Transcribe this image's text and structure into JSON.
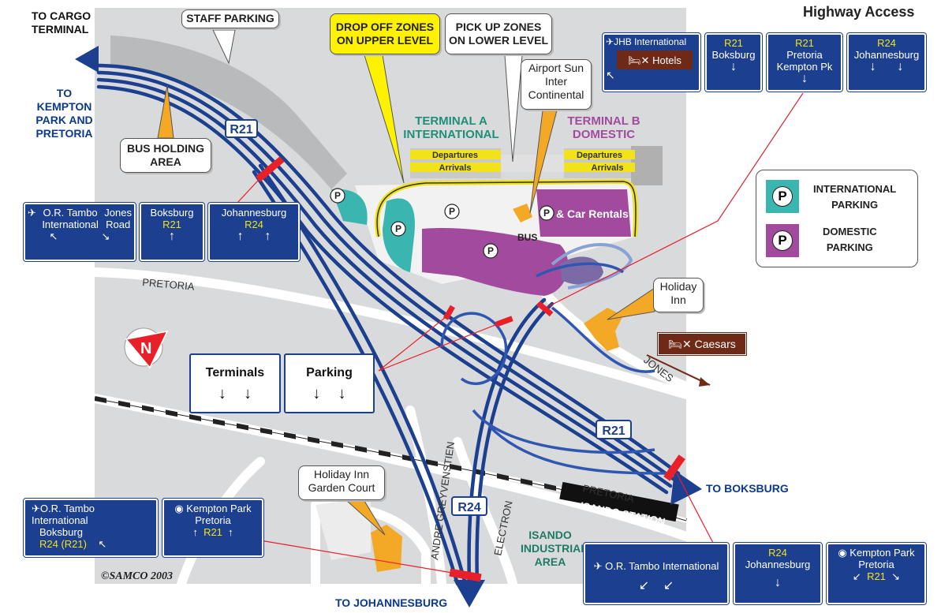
{
  "title": "Highway Access",
  "copyright": "©SAMCO 2003",
  "labels": {
    "cargo": "TO CARGO\nTERMINAL",
    "kempton": "TO\nKEMPTON\nPARK AND\nPRETORIA",
    "to_boksburg": "TO BOKSBURG",
    "to_johannesburg": "TO JOHANNESBURG",
    "pretoria_road": "PRETORIA",
    "pretoria_road2": "PRETORIA",
    "jones": "JONES",
    "andre": "ANDRE GREYVENSTIEN",
    "electron": "ELECTRON",
    "isando_station": "ISANDO STATION",
    "isando_area": "ISANDO\nINDUSTRIAL\nAREA",
    "terminal_a": "TERMINAL A\nINTERNATIONAL",
    "terminal_b": "TERMINAL B\nDOMESTIC",
    "departures_a": "Departures",
    "arrivals_a": "Arrivals",
    "departures_b": "Departures",
    "arrivals_b": "Arrivals",
    "car_rentals": "& Car Rentals",
    "bus": "BUS",
    "parking_letter": "P"
  },
  "callouts": {
    "staff_parking": "STAFF PARKING",
    "drop_off": "DROP OFF ZONES\nON UPPER LEVEL",
    "pick_up": "PICK UP ZONES\nON LOWER LEVEL",
    "airport_sun": "Airport Sun\nInter\nContinental",
    "bus_holding": "BUS HOLDING\nAREA",
    "holiday_inn": "Holiday\nInn",
    "holiday_inn_garden": "Holiday Inn\nGarden Court"
  },
  "legend": {
    "international": "INTERNATIONAL\nPARKING",
    "domestic": "DOMESTIC\nPARKING",
    "international_color": "#3ab5b0",
    "domestic_color": "#a24b9e"
  },
  "road_shields": {
    "r21_top": "R21",
    "r21_bottom": "R21",
    "r24": "R24"
  },
  "signs": {
    "highway_access": {
      "jhb": "JHB International",
      "hotels": "Hotels",
      "r21_boksburg_route": "R21",
      "r21_boksburg_dest": "Boksburg",
      "r21_pretoria_route": "R21",
      "r21_pretoria_dest": "Pretoria\nKempton Pk",
      "r24_route": "R24",
      "r24_dest": "Johannesburg"
    },
    "left_top": {
      "airport": "O.R. Tambo\nInternational",
      "jones": "Jones\nRoad",
      "boksburg": "Boksburg",
      "boksburg_route": "R21",
      "johannesburg": "Johannesburg",
      "johannesburg_route": "R24"
    },
    "terminals": "Terminals",
    "parking": "Parking",
    "caesars": "Caesars",
    "left_bottom": {
      "airport": "O.R. Tambo International",
      "dest": "Boksburg",
      "route": "R24 (R21)",
      "kempton": "Kempton Park\nPretoria",
      "kempton_route": "R21"
    },
    "right_bottom": {
      "airport": "O.R. Tambo International",
      "r24_route": "R24",
      "r24_dest": "Johannesburg",
      "kempton": "Kempton Park\nPretoria",
      "kempton_route": "R21"
    }
  },
  "colors": {
    "road_blue": "#1c3f8f",
    "map_grey": "#d9dadb",
    "hotel_orange": "#f3a826",
    "sign_yellow": "#f2e21a",
    "marker_red": "#e8202a"
  }
}
